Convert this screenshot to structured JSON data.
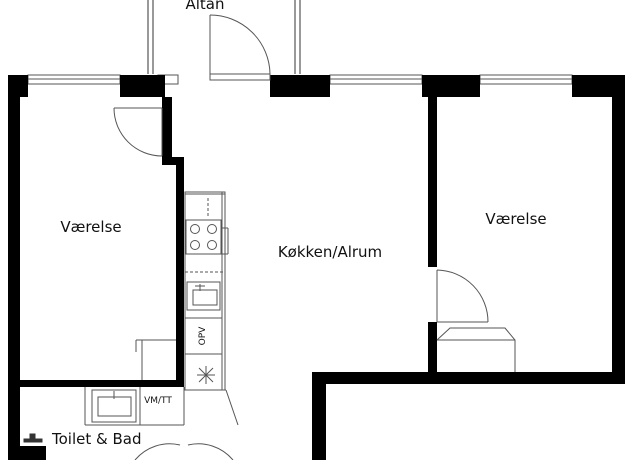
{
  "rooms": {
    "balcony": "Altan",
    "left_room": "Værelse",
    "kitchen_living": "Køkken/Alrum",
    "right_room": "Værelse",
    "bathroom": "Toilet & Bad"
  },
  "fixtures": {
    "storage": "OPV",
    "washer_dryer": "VM/TT"
  },
  "colors": {
    "wall": "#000000",
    "line": "#555555",
    "background": "#ffffff"
  },
  "icons": {
    "fridge": "snowflake-icon",
    "stove": "stove-icon",
    "sink": "sink-icon",
    "washbasin": "washbasin-icon",
    "toilet": "toilet-icon"
  }
}
